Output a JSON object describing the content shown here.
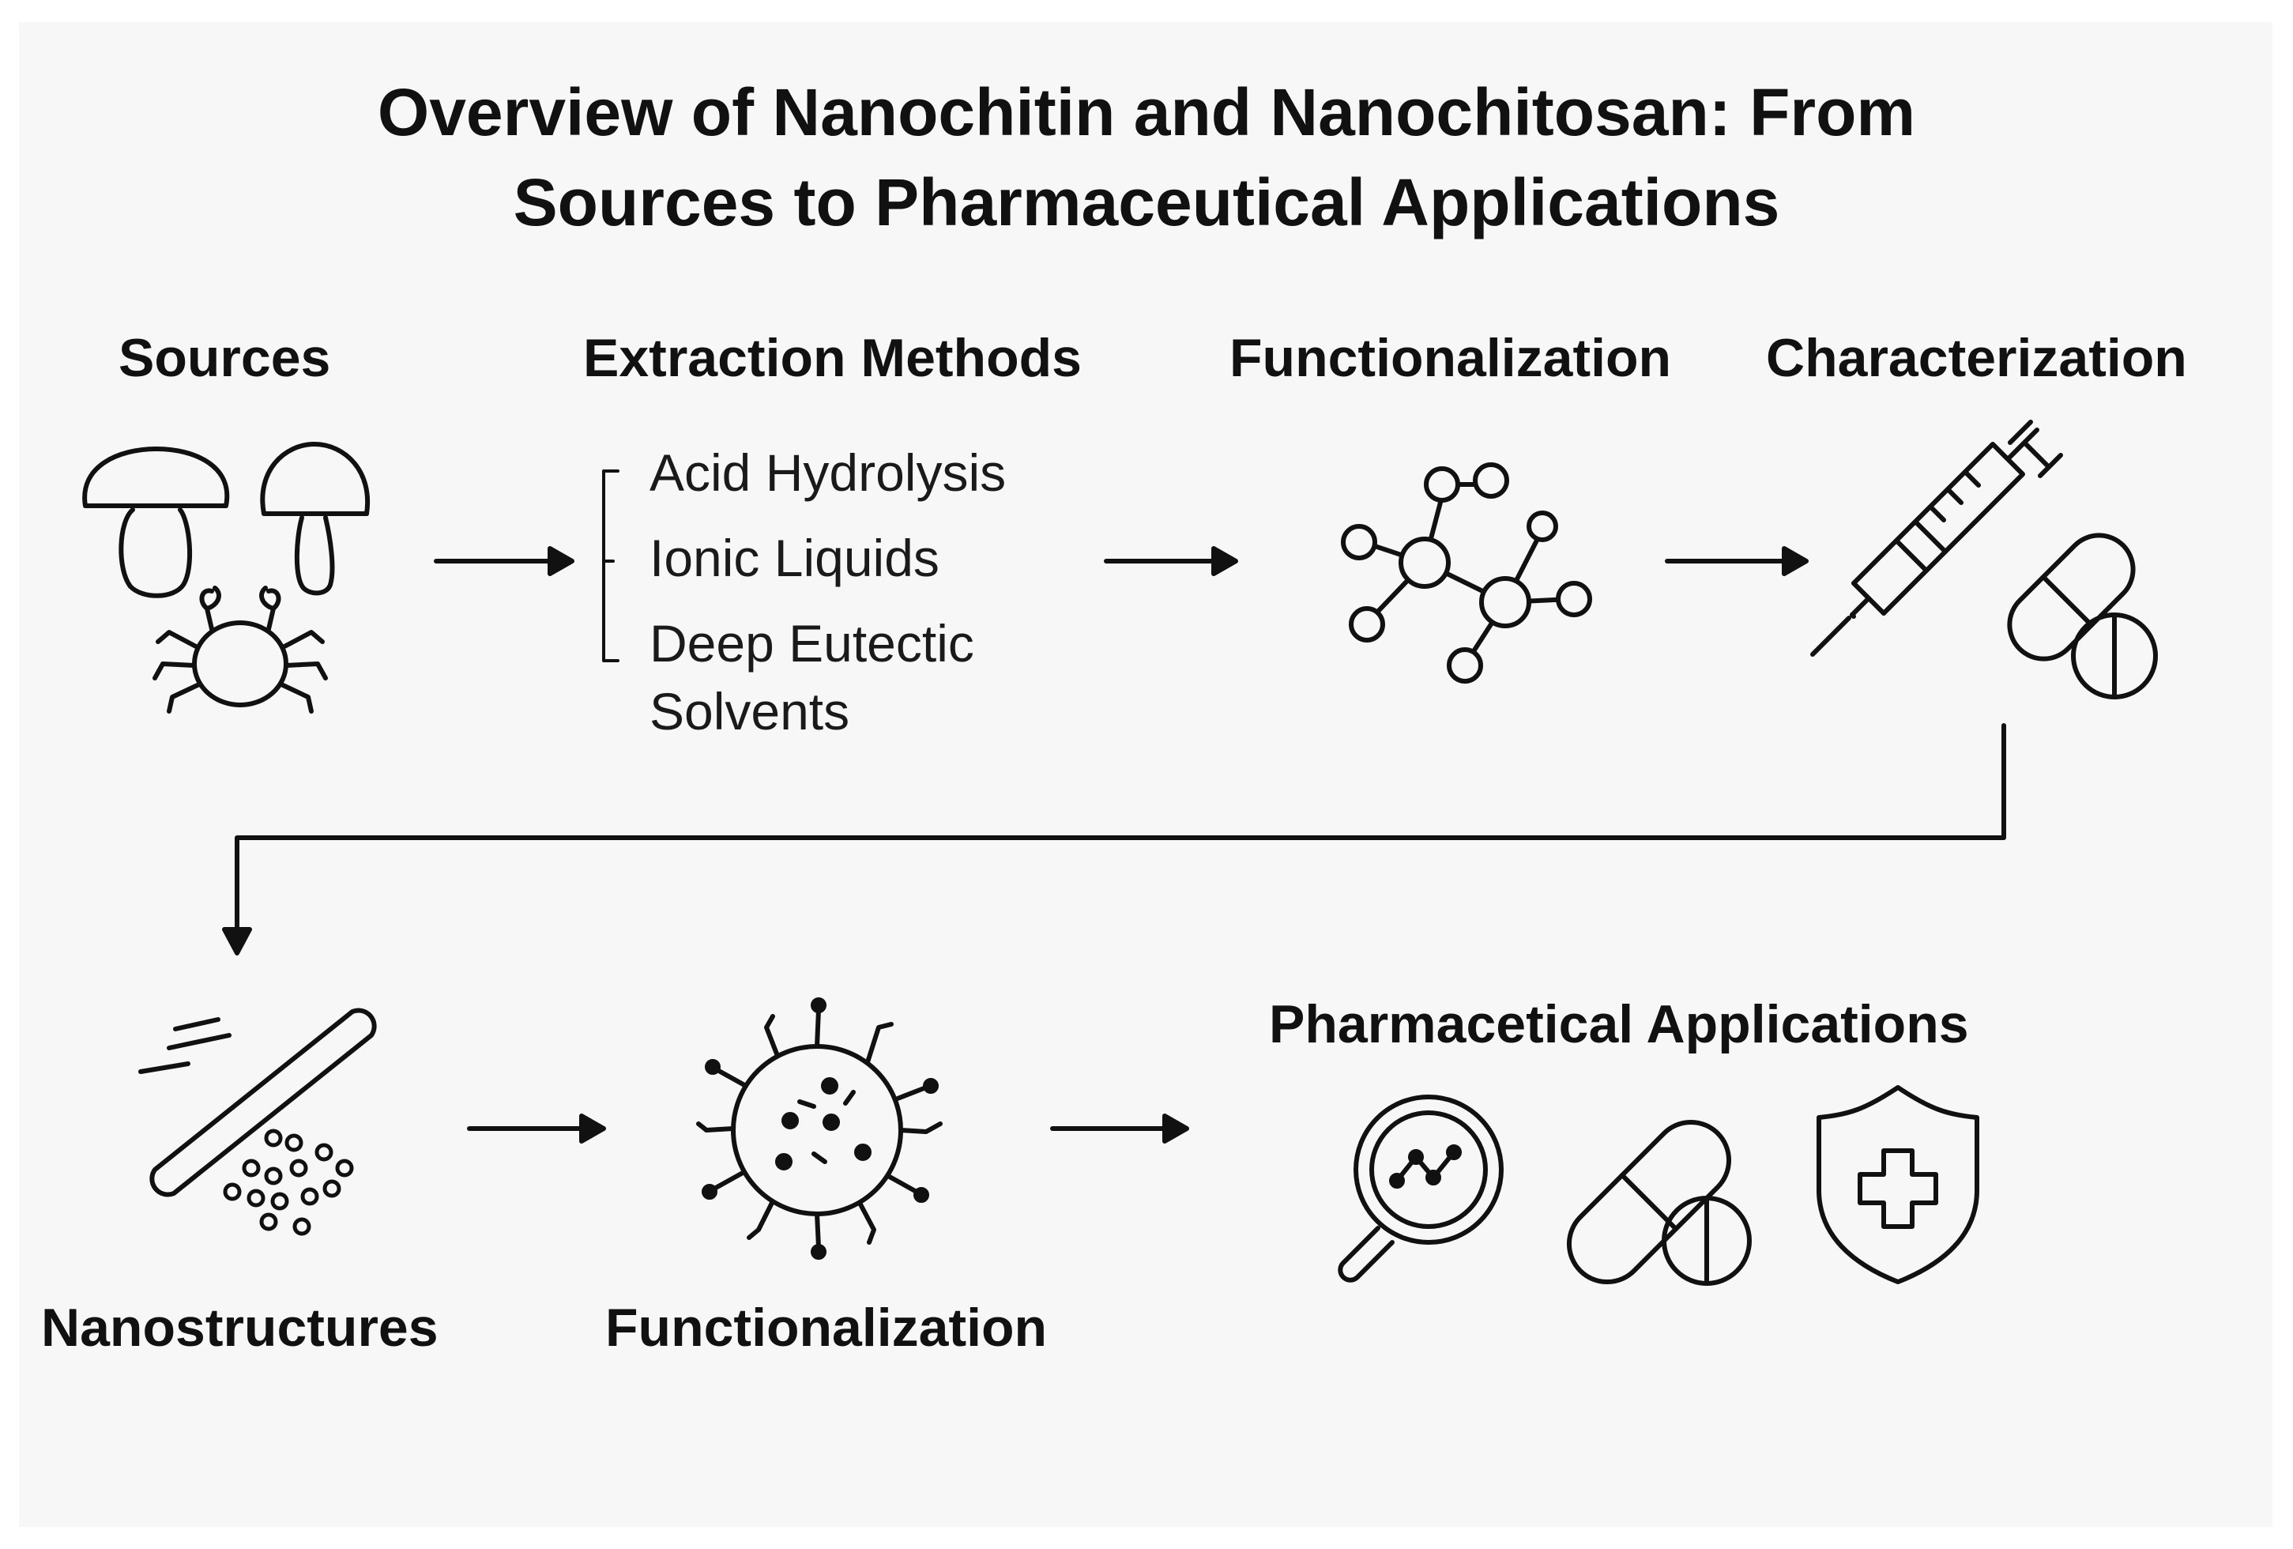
{
  "title": {
    "line1": "Overview of Nanochitin and Nanochitosan: From",
    "line2": "Sources to Pharmaceutical Applications"
  },
  "stages": {
    "sources": "Sources",
    "extraction": "Extraction Methods",
    "functionalization_top": "Functionalization",
    "characterization": "Characterization",
    "nanostructures": "Nanostructures",
    "functionalization_bottom": "Functionalization",
    "applications": "Pharmacetical Applications"
  },
  "extraction_methods": {
    "m1": "Acid Hydrolysis",
    "m2": "Ionic Liquids",
    "m3_line1": "Deep Eutectic",
    "m3_line2": "Solvents"
  },
  "icons": {
    "sources": [
      "mushroom-icon",
      "mushroom-icon",
      "crab-icon"
    ],
    "functionalization_top": "molecule-network-icon",
    "characterization": [
      "syringe-icon",
      "capsule-icon",
      "tablet-icon"
    ],
    "nanostructures": [
      "nanofiber-icon",
      "nanoparticles-icon"
    ],
    "functionalization_bottom": "functionalized-nanoparticle-icon",
    "applications": [
      "magnifier-chart-icon",
      "capsule-icon",
      "tablet-icon",
      "shield-cross-icon"
    ]
  },
  "colors": {
    "background": "#f7f7f7",
    "ink": "#111111"
  }
}
